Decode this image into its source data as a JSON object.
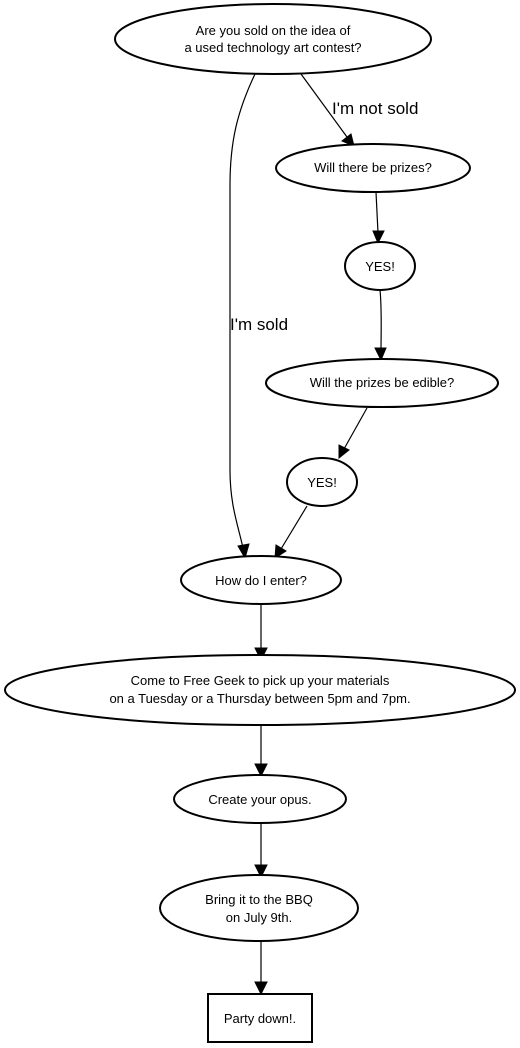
{
  "nodes": {
    "question": {
      "lines": [
        "Are you sold on the idea of",
        "a used technology art contest?"
      ]
    },
    "prizes": {
      "lines": [
        "Will there be prizes?"
      ]
    },
    "yes_1": {
      "lines": [
        "YES!"
      ]
    },
    "edible": {
      "lines": [
        "Will the prizes be edible?"
      ]
    },
    "yes_2": {
      "lines": [
        "YES!"
      ]
    },
    "enter": {
      "lines": [
        "How do I enter?"
      ]
    },
    "come": {
      "lines": [
        "Come to Free Geek to pick up your materials",
        "on a Tuesday or a Thursday between 5pm and 7pm."
      ]
    },
    "create": {
      "lines": [
        "Create your opus."
      ]
    },
    "bring": {
      "lines": [
        "Bring it to the BBQ",
        "on July 9th."
      ]
    },
    "party": {
      "lines": [
        "Party down!."
      ]
    }
  },
  "edges": {
    "not_sold_label": "I'm not sold",
    "sold_label": "I'm sold"
  }
}
